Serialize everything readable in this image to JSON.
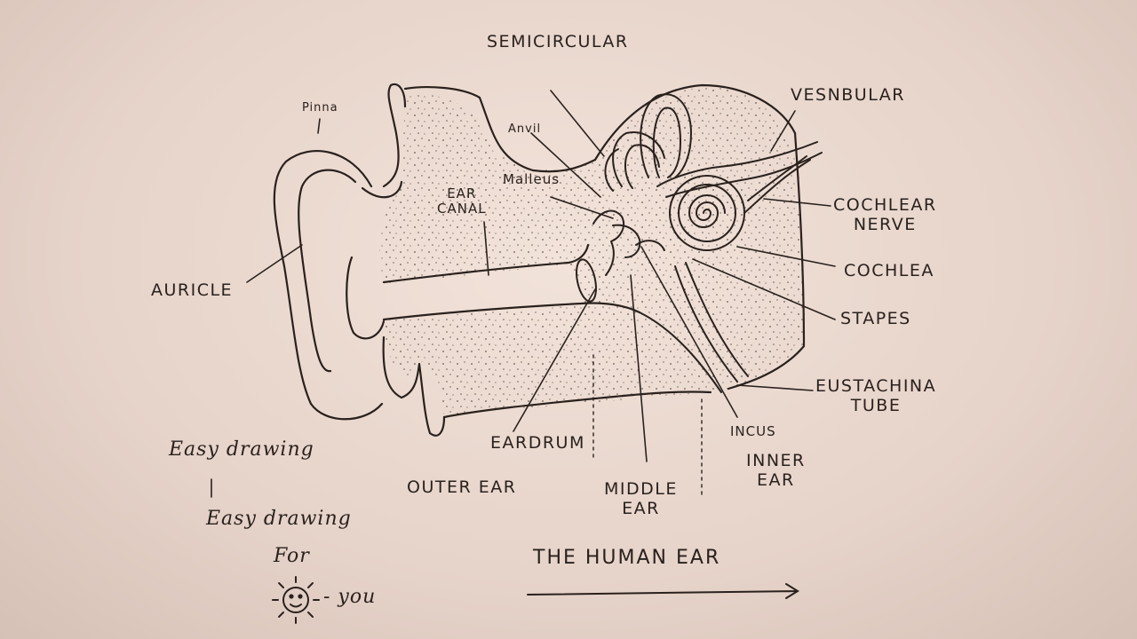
{
  "labels": {
    "semicircular": "SEMICIRCULAR",
    "pinna": "Pinna",
    "vesnbular": "VESNBULAR",
    "anvil": "Anvil",
    "malleus": "Malleus",
    "ear_canal_1": "EAR",
    "ear_canal_2": "CANAL",
    "cochlear_nerve_1": "COCHLEAR",
    "cochlear_nerve_2": "NERVE",
    "auricle": "AURICLE",
    "cochlea": "COCHLEA",
    "stapes": "STAPES",
    "eustachina_1": "EUSTACHINA",
    "eustachina_2": "TUBE",
    "incus": "INCUS",
    "eardrum": "EARDRUM",
    "outer_ear": "OUTER EAR",
    "middle_ear_1": "MIDDLE",
    "middle_ear_2": "EAR",
    "inner_ear_1": "INNER",
    "inner_ear_2": "EAR",
    "title": "THE HUMAN EAR"
  },
  "notes": {
    "easy_drawing_1": "Easy drawing",
    "easy_drawing_2": "Easy drawing",
    "for": "For",
    "you": "- you"
  },
  "colors": {
    "ink": "#2a211d",
    "paper": "#e7d6cd"
  },
  "icons": {
    "signature": "sun-face-icon"
  }
}
